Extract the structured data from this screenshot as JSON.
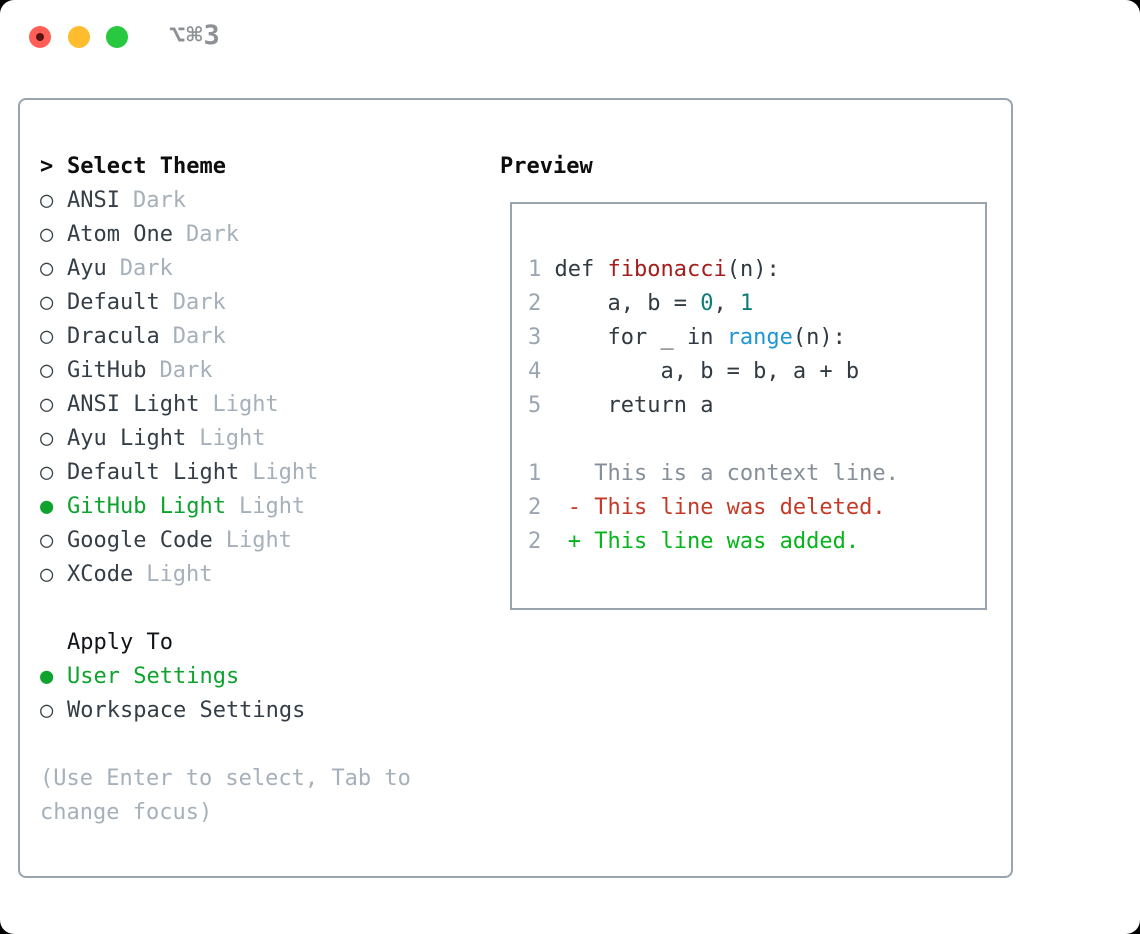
{
  "window": {
    "title": "⌥⌘3"
  },
  "colors": {
    "accent_green": "#0ea32e",
    "added_green": "#06b41c",
    "deleted_red": "#c43a28",
    "function_red": "#a31d1d",
    "literal_teal": "#0d7d78",
    "builtin_blue": "#1e96d4",
    "border_gray": "#9aa4ae",
    "traffic_red": "#ff5f57",
    "traffic_yellow": "#febc2e",
    "traffic_green": "#28c840"
  },
  "theme_menu": {
    "prompt": ">",
    "title": "Select Theme",
    "radio_unselected": "○",
    "radio_selected": "●",
    "items": [
      {
        "label": "ANSI",
        "variant": "Dark",
        "selected": false
      },
      {
        "label": "Atom One",
        "variant": "Dark",
        "selected": false
      },
      {
        "label": "Ayu",
        "variant": "Dark",
        "selected": false
      },
      {
        "label": "Default",
        "variant": "Dark",
        "selected": false
      },
      {
        "label": "Dracula",
        "variant": "Dark",
        "selected": false
      },
      {
        "label": "GitHub",
        "variant": "Dark",
        "selected": false
      },
      {
        "label": "ANSI Light",
        "variant": "Light",
        "selected": false
      },
      {
        "label": "Ayu Light",
        "variant": "Light",
        "selected": false
      },
      {
        "label": "Default Light",
        "variant": "Light",
        "selected": false
      },
      {
        "label": "GitHub Light",
        "variant": "Light",
        "selected": true
      },
      {
        "label": "Google Code",
        "variant": "Light",
        "selected": false
      },
      {
        "label": "XCode",
        "variant": "Light",
        "selected": false
      }
    ]
  },
  "apply_to": {
    "title": "Apply To",
    "items": [
      {
        "label": "User Settings",
        "selected": true
      },
      {
        "label": "Workspace Settings",
        "selected": false
      }
    ]
  },
  "hint": {
    "line1": "(Use Enter to select, Tab to",
    "line2": "change focus)"
  },
  "preview": {
    "title": "Preview",
    "lines": [
      {
        "num": "1",
        "segs": [
          {
            "t": " def ",
            "c": "plain"
          },
          {
            "t": "fibonacci",
            "c": "fn"
          },
          {
            "t": "(n):",
            "c": "plain"
          }
        ]
      },
      {
        "num": "2",
        "segs": [
          {
            "t": "     a, b = ",
            "c": "plain"
          },
          {
            "t": "0",
            "c": "lit"
          },
          {
            "t": ", ",
            "c": "plain"
          },
          {
            "t": "1",
            "c": "lit"
          }
        ]
      },
      {
        "num": "3",
        "segs": [
          {
            "t": "     for _ in ",
            "c": "plain"
          },
          {
            "t": "range",
            "c": "blt"
          },
          {
            "t": "(n):",
            "c": "plain"
          }
        ]
      },
      {
        "num": "4",
        "segs": [
          {
            "t": "         a, b = b, a + b",
            "c": "plain"
          }
        ]
      },
      {
        "num": "5",
        "segs": [
          {
            "t": "     return a",
            "c": "plain"
          }
        ]
      },
      {
        "num": "",
        "segs": []
      },
      {
        "num": "1",
        "segs": [
          {
            "t": "    This is a context line.",
            "c": "ctx"
          }
        ]
      },
      {
        "num": "2",
        "segs": [
          {
            "t": "  - This line was deleted.",
            "c": "del"
          }
        ]
      },
      {
        "num": "2",
        "segs": [
          {
            "t": "  + This line was added.",
            "c": "add"
          }
        ]
      }
    ]
  }
}
